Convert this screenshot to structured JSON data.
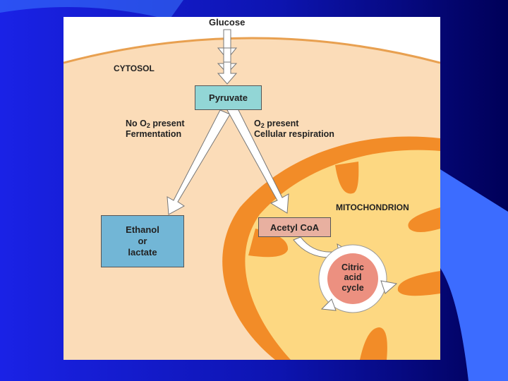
{
  "figure": {
    "labels": {
      "glucose": "Glucose",
      "cytosol": "CYTOSOL",
      "pyruvate": "Pyruvate",
      "no_o2_prefix": "No O",
      "no_o2_sub": "2",
      "no_o2_suffix": " present",
      "fermentation": "Fermentation",
      "o2_prefix": "O",
      "o2_sub": "2",
      "o2_suffix": " present",
      "cellular_respiration": "Cellular respiration",
      "mitochondrion": "MITOCHONDRION",
      "ethanol_line1": "Ethanol",
      "ethanol_line2": "or",
      "ethanol_line3": "lactate",
      "acetyl_coa": "Acetyl CoA",
      "citric_line1": "Citric",
      "citric_line2": "acid",
      "citric_line3": "cycle"
    },
    "colors": {
      "cytosol": "#fbdcb8",
      "membrane": "#e8a050",
      "mito_outer": "#f28c28",
      "mito_inner": "#fdd882",
      "pyruvate_box": "#92d6d6",
      "ethanol_box": "#72b6d6",
      "acetyl_box": "#e8b0a0",
      "citric_center": "#ec9080"
    }
  }
}
